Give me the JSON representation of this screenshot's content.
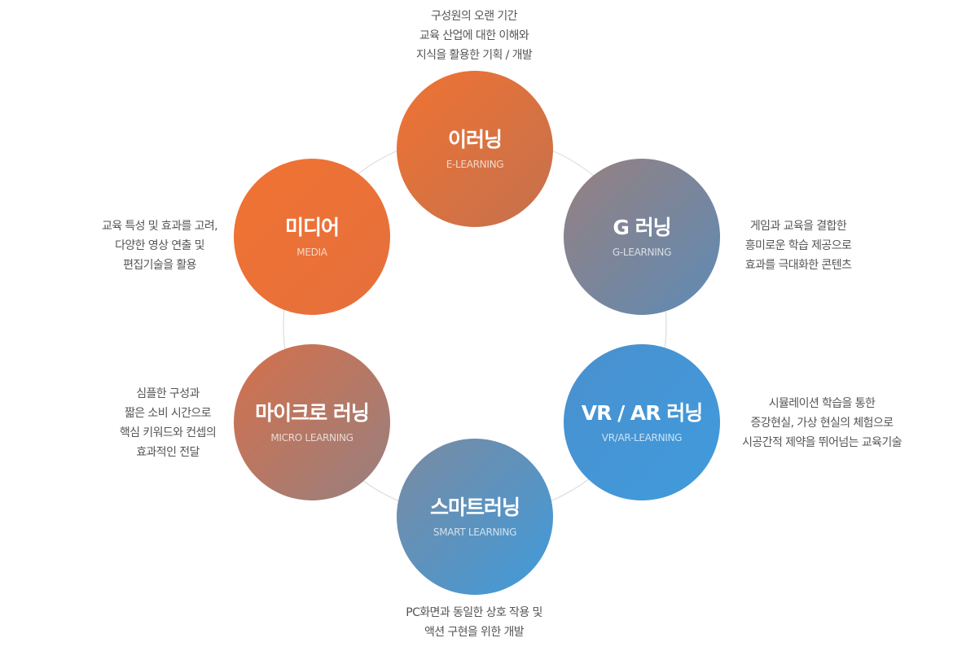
{
  "colors": {
    "orange": "#f07232",
    "mid": "#c4714e",
    "gray": "#978080",
    "blue": "#3f9bdc",
    "ring_line": "#dddddd",
    "text": "#555555"
  },
  "nodes": {
    "elearning": {
      "title": "이러닝",
      "subtitle": "E-LEARNING",
      "description": [
        "구성원의 오랜 기간",
        "교육 산업에 대한 이해와",
        "지식을 활용한 기획 / 개발"
      ]
    },
    "glearning": {
      "title": "G 러닝",
      "subtitle": "G-LEARNING",
      "description": [
        "게임과 교육을 결합한",
        "흥미로운 학습 제공으로",
        "효과를 극대화한 콘텐츠"
      ]
    },
    "vrar": {
      "title": "VR / AR 러닝",
      "subtitle": "VR/AR-LEARNING",
      "description": [
        "시뮬레이션 학습을 통한",
        "증강현실, 가상 현실의 체험으로",
        "시공간적 제약을 뛰어넘는 교육기술"
      ]
    },
    "smart": {
      "title": "스마트러닝",
      "subtitle": "SMART LEARNING",
      "description": [
        "PC화면과 동일한 상호 작용 및",
        "액션 구현을 위한 개발"
      ]
    },
    "micro": {
      "title": "마이크로 러닝",
      "subtitle": "MICRO LEARNING",
      "description": [
        "심플한 구성과",
        "짧은 소비 시간으로",
        "핵심 키워드와 컨셉의",
        "효과적인 전달"
      ]
    },
    "media": {
      "title": "미디어",
      "subtitle": "MEDIA",
      "description": [
        "교육 특성 및 효과를 고려,",
        "다양한 영상 연출 및",
        "편집기술을 활용"
      ]
    }
  }
}
